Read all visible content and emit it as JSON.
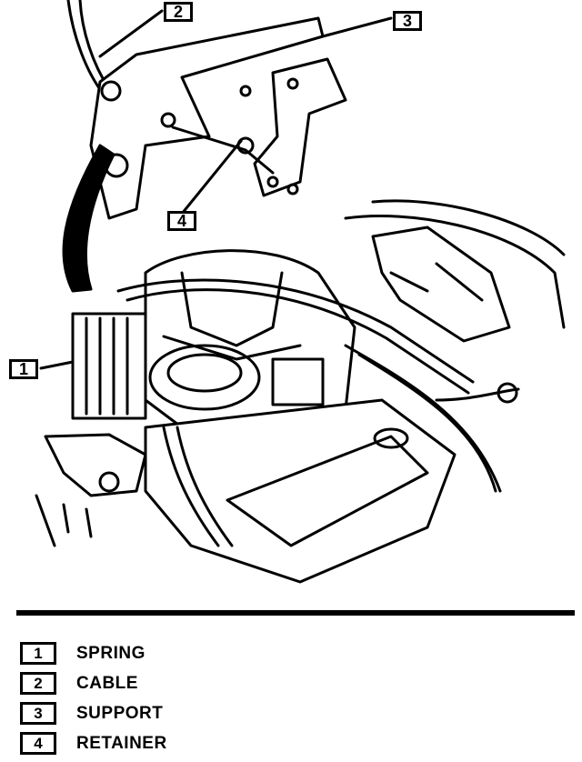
{
  "callouts": [
    {
      "number": "1",
      "label": "SPRING"
    },
    {
      "number": "2",
      "label": "CABLE"
    },
    {
      "number": "3",
      "label": "SUPPORT"
    },
    {
      "number": "4",
      "label": "RETAINER"
    }
  ]
}
